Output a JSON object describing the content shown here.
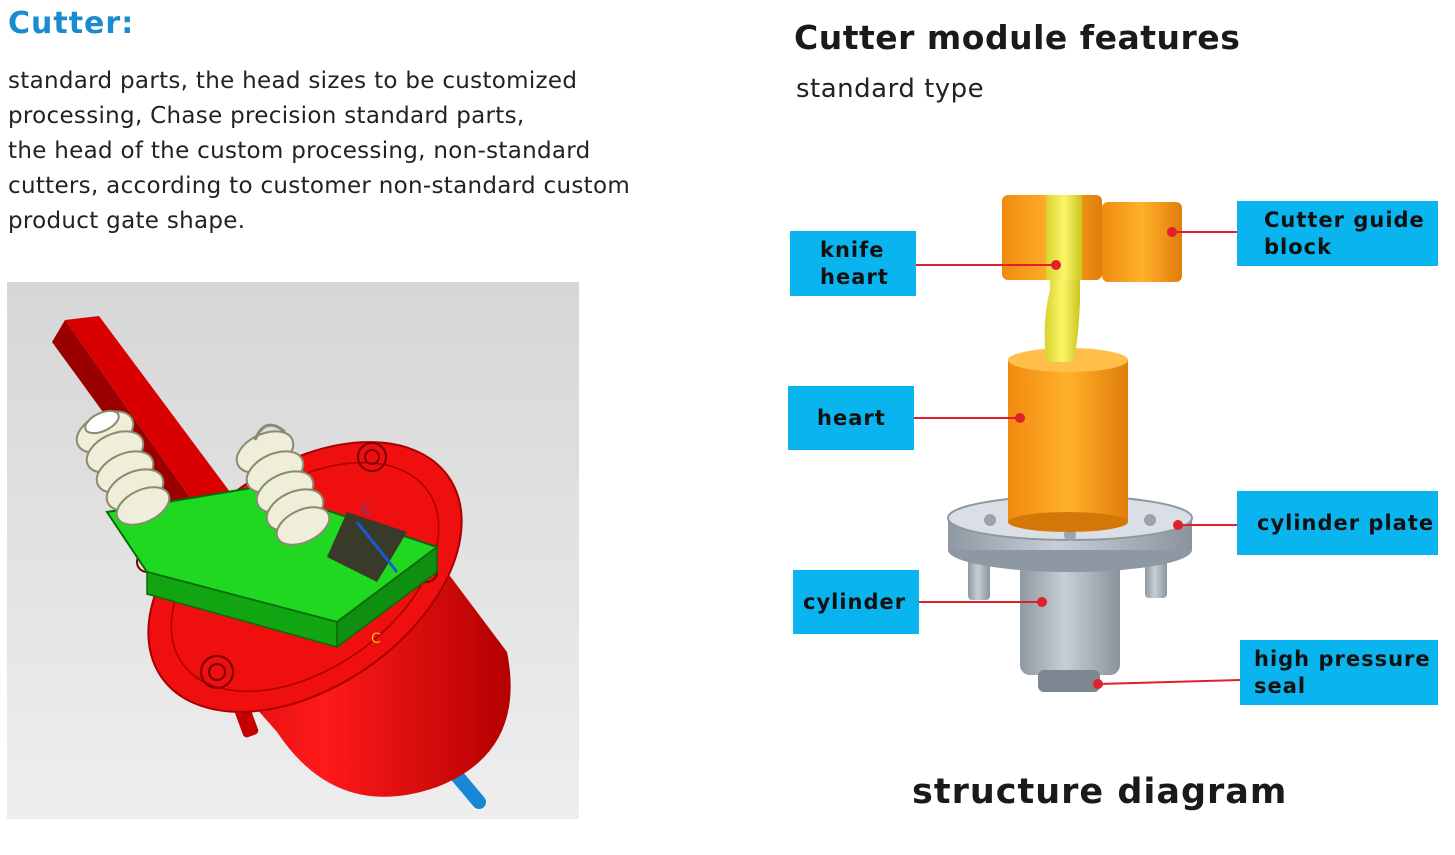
{
  "left": {
    "heading": "Cutter:",
    "description_lines": [
      "standard parts, the head sizes to be customized",
      "processing, Chase precision standard parts,",
      "the head of the custom processing, non-standard",
      "cutters, according to customer non-standard custom",
      "product gate shape."
    ]
  },
  "right": {
    "title": "Cutter module features",
    "subtitle": "standard type",
    "caption": "structure diagram",
    "labels": {
      "knife_heart": [
        "knife",
        "heart"
      ],
      "cutter_guide_block": [
        "Cutter guide",
        "block"
      ],
      "heart": [
        "heart"
      ],
      "cylinder_plate": [
        "cylinder plate"
      ],
      "cylinder": [
        "cylinder"
      ],
      "high_pressure_seal": [
        "high pressure",
        "seal"
      ]
    }
  },
  "render_marks": {
    "mark_1": "C",
    "mark_2": "C"
  },
  "colors": {
    "heading_blue": "#1a8bd0",
    "label_bg": "#0ab4ee",
    "leader_red": "#e0202a",
    "part_red": "#e31010",
    "part_green": "#22dd22",
    "part_orange": "#f7a21b",
    "part_yellow": "#e8e23a",
    "part_gray": "#aab3bd"
  }
}
